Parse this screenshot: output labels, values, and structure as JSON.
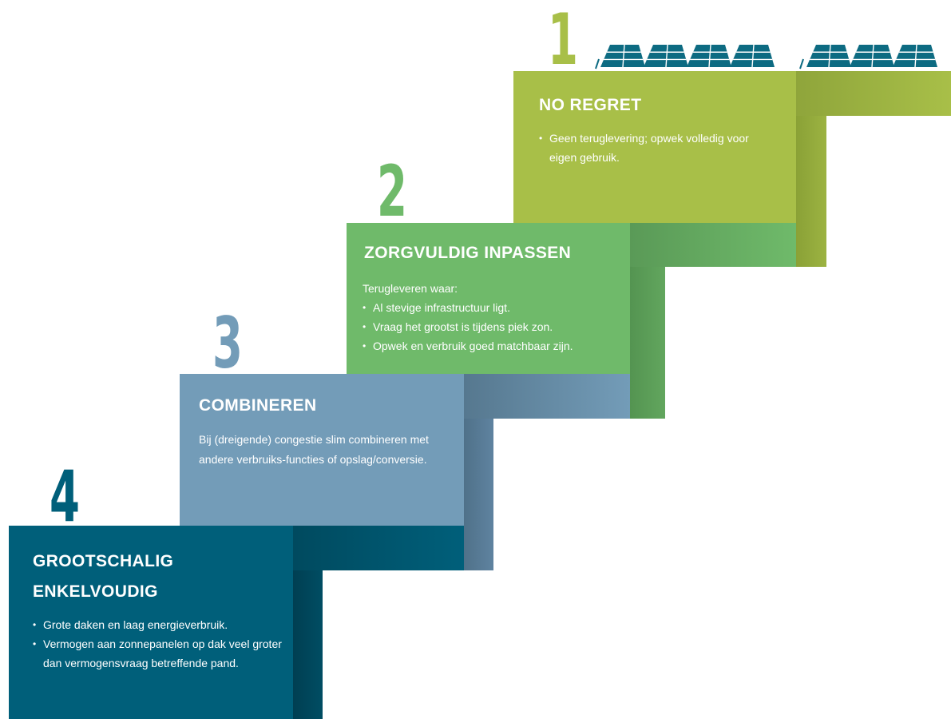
{
  "steps": [
    {
      "number": "1",
      "title": "NO REGRET",
      "bullets": [
        "Geen teruglevering; opwek volledig voor eigen gebruik."
      ],
      "color": "#a8bf48",
      "shadow_color": "#8fa43a"
    },
    {
      "number": "2",
      "title": "ZORGVULDIG INPASSEN",
      "intro": "Terugleveren waar:",
      "bullets": [
        "Al stevige infrastructuur ligt.",
        "Vraag het grootst is tijdens piek zon.",
        "Opwek en verbruik goed matchbaar zijn."
      ],
      "color": "#6fba6a",
      "shadow_color": "#5a9a58"
    },
    {
      "number": "3",
      "title": "COMBINEREN",
      "text": "Bij (dreigende) congestie slim combineren met andere verbruiks-functies of opslag/conversie.",
      "color": "#739cb8",
      "shadow_color": "#5b7f98"
    },
    {
      "number": "4",
      "title_line1": "GROOTSCHALIG",
      "title_line2": "ENKELVOUDIG",
      "bullets": [
        "Grote daken en laag energieverbruik.",
        "Vermogen aan zonnepanelen op dak veel groter dan vermogensvraag betreffende pand."
      ],
      "color": "#005f7a",
      "shadow_color": "#004d63"
    }
  ],
  "solar_panels": {
    "icon": "solar-panel-icon",
    "color": "#0d6b82"
  }
}
